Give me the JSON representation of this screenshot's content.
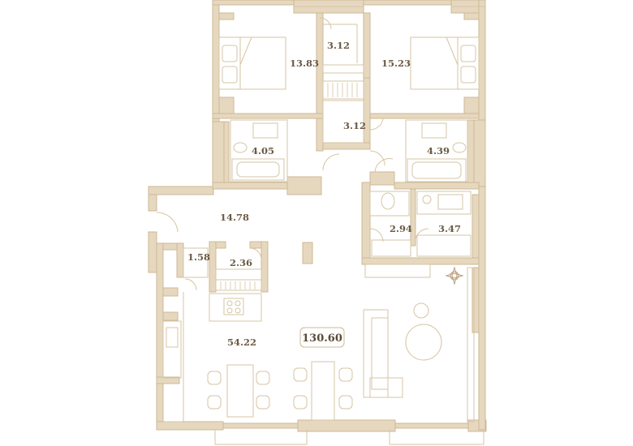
{
  "plan": {
    "total_area": "130.60",
    "colors": {
      "wall": "#d9c7a8",
      "line": "#cdb894",
      "label": "#6b5a43",
      "background": "#ffffff"
    },
    "rooms": [
      {
        "id": "bedroom-left",
        "area": "13.83"
      },
      {
        "id": "closet-top",
        "area": "3.12"
      },
      {
        "id": "bedroom-right",
        "area": "15.23"
      },
      {
        "id": "closet-middle",
        "area": "3.12"
      },
      {
        "id": "bathroom-left",
        "area": "4.05"
      },
      {
        "id": "bathroom-right",
        "area": "4.39"
      },
      {
        "id": "hallway",
        "area": "14.78"
      },
      {
        "id": "wc",
        "area": "2.94"
      },
      {
        "id": "laundry",
        "area": "3.47"
      },
      {
        "id": "storage-small",
        "area": "1.58"
      },
      {
        "id": "wardrobe-entry",
        "area": "2.36"
      },
      {
        "id": "living-kitchen",
        "area": "54.22"
      }
    ],
    "icons": [
      "compass-icon"
    ]
  }
}
